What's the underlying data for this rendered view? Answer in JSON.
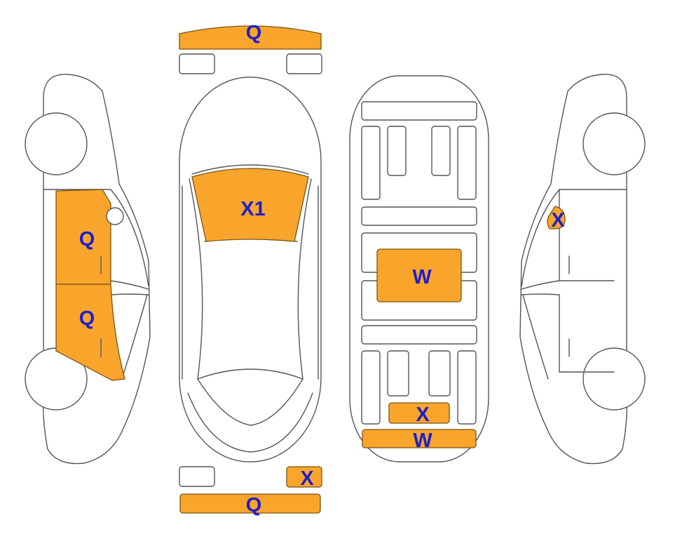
{
  "colors": {
    "damage_fill": "#F9A52C",
    "label": "#1F1FC8",
    "outline": "#555555"
  },
  "labels": {
    "front_bumper": "Q",
    "roof_windshield": "X1",
    "left_front_door": "Q",
    "left_rear_door": "Q",
    "underbody_center": "W",
    "underbody_rear_small": "X",
    "underbody_rear_bar": "W",
    "right_side": "X",
    "rear_light_right": "X",
    "rear_bumper": "Q"
  }
}
